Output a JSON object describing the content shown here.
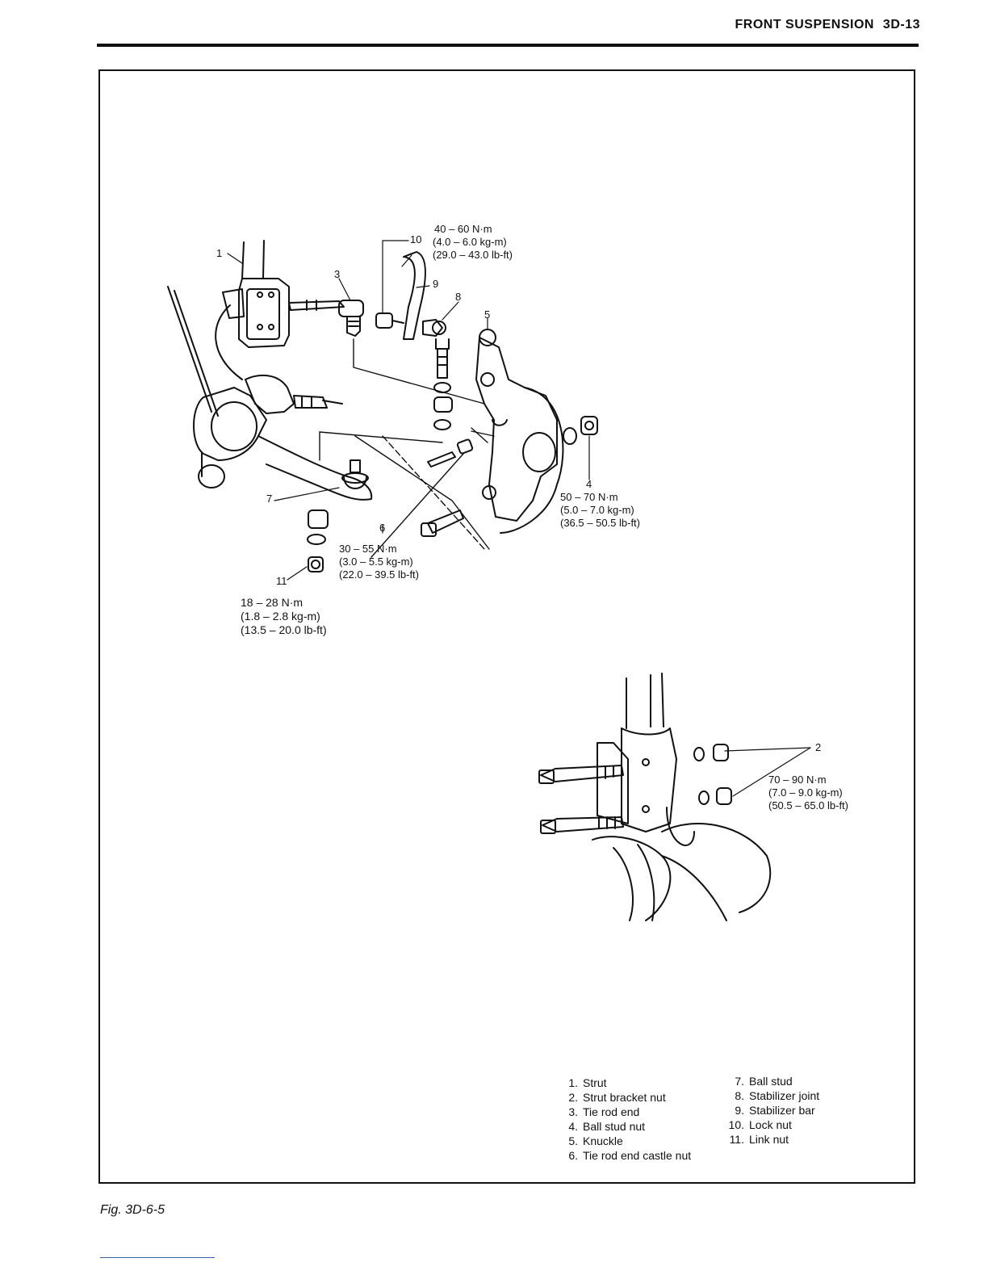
{
  "header": {
    "section": "FRONT SUSPENSION",
    "page": "3D-13"
  },
  "callouts": {
    "c1": "1",
    "c2": "2",
    "c3": "3",
    "c4": "4",
    "c5": "5",
    "c6": "6",
    "c7": "7",
    "c8": "8",
    "c9": "9",
    "c10": "10",
    "c11": "11"
  },
  "torque": {
    "lock_nut": [
      "40 – 60 N·m",
      "(4.0 – 6.0 kg-m)",
      "(29.0 – 43.0 lb-ft)"
    ],
    "ball_stud_nut": [
      "50 – 70 N·m",
      "(5.0 – 7.0 kg-m)",
      "(36.5 – 50.5 lb-ft)"
    ],
    "castle_nut": [
      "30 – 55 N·m",
      "(3.0 – 5.5 kg-m)",
      "(22.0 – 39.5 lb-ft)"
    ],
    "link_nut": [
      "18 – 28 N·m",
      "(1.8 – 2.8 kg-m)",
      "(13.5 – 20.0 lb-ft)"
    ],
    "bracket_nut": [
      "70 – 90 N·m",
      "(7.0 – 9.0 kg-m)",
      "(50.5 – 65.0 lb-ft)"
    ]
  },
  "legend": {
    "left": [
      {
        "n": "1.",
        "t": "Strut"
      },
      {
        "n": "2.",
        "t": "Strut bracket nut"
      },
      {
        "n": "3.",
        "t": "Tie rod end"
      },
      {
        "n": "4.",
        "t": "Ball stud nut"
      },
      {
        "n": "5.",
        "t": "Knuckle"
      },
      {
        "n": "6.",
        "t": "Tie rod end castle nut"
      }
    ],
    "right": [
      {
        "n": "7.",
        "t": "Ball stud"
      },
      {
        "n": "8.",
        "t": "Stabilizer joint"
      },
      {
        "n": "9.",
        "t": "Stabilizer bar"
      },
      {
        "n": "10.",
        "t": "Lock nut"
      },
      {
        "n": "11.",
        "t": "Link nut"
      }
    ]
  },
  "figure_caption": "Fig. 3D-6-5"
}
